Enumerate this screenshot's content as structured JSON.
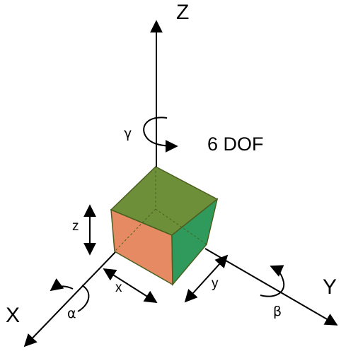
{
  "title": "6 DOF",
  "axes": {
    "x_label": "X",
    "y_label": "Y",
    "z_label": "Z"
  },
  "translations": {
    "x": "x",
    "y": "y",
    "z": "z"
  },
  "rotations": {
    "about_x": "α",
    "about_y": "β",
    "about_z": "γ"
  },
  "colors": {
    "top_face": "#6e8f3a",
    "front_left_face": "#e58a63",
    "front_right_face": "#2f9a5c",
    "edges": "#4a6020",
    "lines": "#000000"
  }
}
